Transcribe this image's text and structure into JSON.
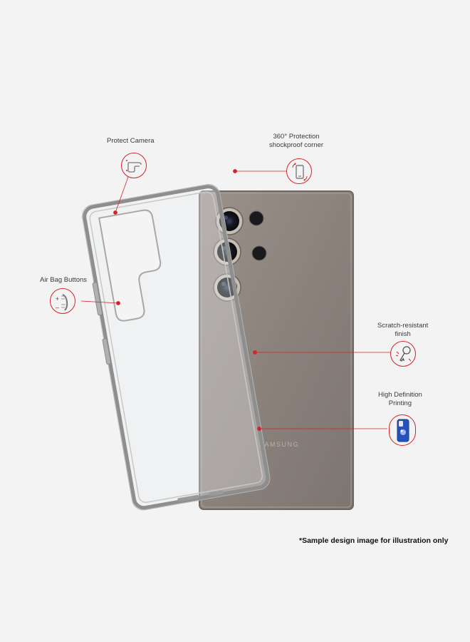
{
  "callouts": {
    "protect_camera": "Protect Camera",
    "corner_line1": "360° Protection",
    "corner_line2": "shockproof corner",
    "air_bag": "Air Bag Buttons",
    "scratch_line1": "Scratch-resistant",
    "scratch_line2": "finish",
    "hd_line1": "High Definition",
    "hd_line2": "Printing"
  },
  "phone": {
    "brand": "SAMSUNG",
    "color": "#8d847e"
  },
  "footnote": "*Sample design image for illustration only",
  "colors": {
    "accent": "#d2232a",
    "background": "#f3f3f3",
    "case_edge": "#8e8e8e"
  },
  "icons": [
    "camera-cutout-icon",
    "rotate-phone-icon",
    "side-button-icon",
    "scratch-key-icon",
    "printed-case-icon"
  ]
}
